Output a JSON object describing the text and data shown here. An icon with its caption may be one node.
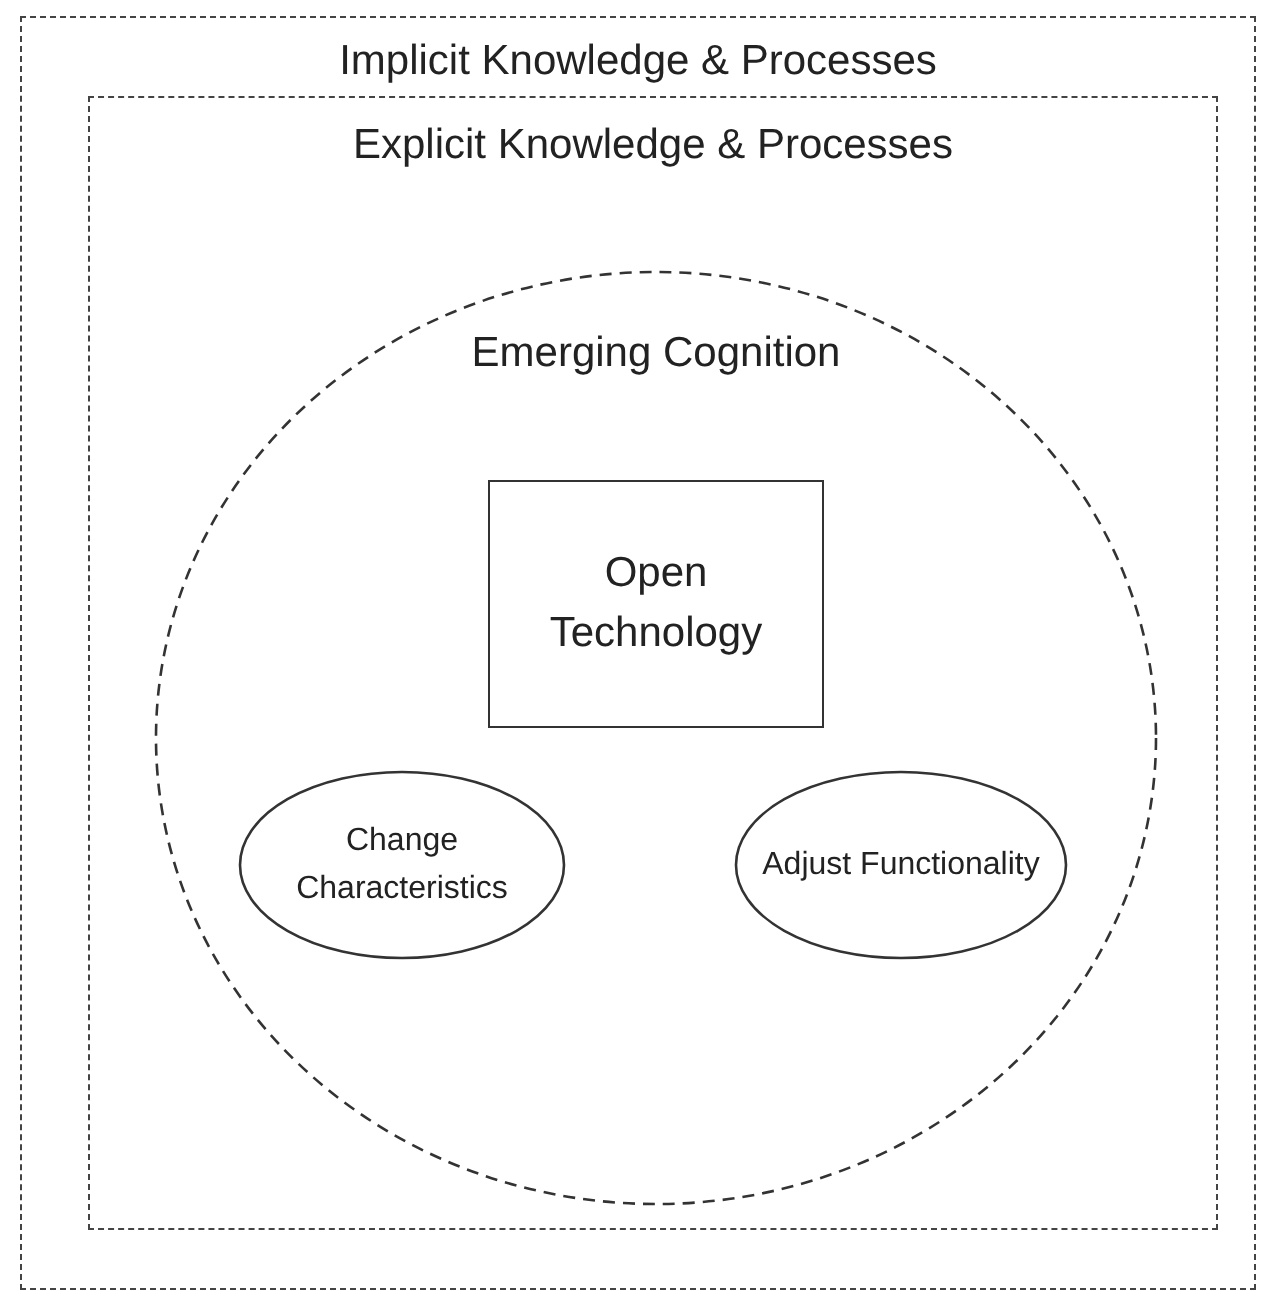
{
  "diagram": {
    "nodes": [
      {
        "text": [
          "Implicit Knowledge & Processes"
        ]
      },
      {
        "text": [
          "Explicit Knowledge & Processes"
        ],
        "in": 0
      },
      {
        "text": [
          "Emerging Cognition"
        ],
        "in": 1
      },
      {
        "text": [
          "Open Technology"
        ],
        "in": 2
      },
      {
        "text": [
          "Change Characteristics"
        ],
        "in": 2
      },
      {
        "text": [
          "Adjust Functionality"
        ],
        "in": 2
      }
    ]
  }
}
